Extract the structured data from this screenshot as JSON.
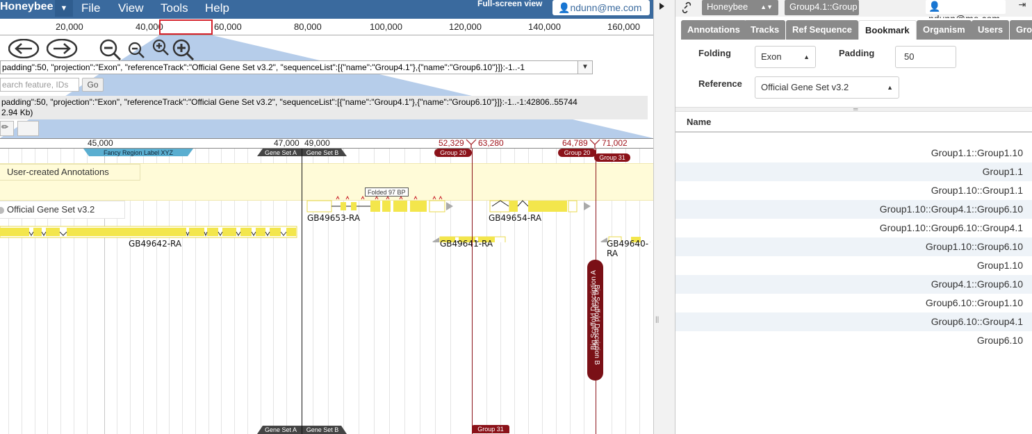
{
  "menubar": {
    "brand": "Honeybee",
    "menus": [
      "File",
      "View",
      "Tools",
      "Help"
    ],
    "fullscreen": "Full-screen view",
    "user": "ndunn@me.com"
  },
  "overview": {
    "ticks": [
      "20,000",
      "40,000",
      "60,000",
      "80,000",
      "100,000",
      "120,000",
      "140,000",
      "160,000"
    ]
  },
  "location": {
    "value": "padding\":50, \"projection\":\"Exon\", \"referenceTrack\":\"Official Gene Set v3.2\", \"sequenceList\":[{\"name\":\"Group4.1\"},{\"name\":\"Group6.10\"}]}:-1..-1",
    "search_placeholder": "earch feature, IDs",
    "go": "Go",
    "info_line1": "padding\":50, \"projection\":\"Exon\", \"referenceTrack\":\"Official Gene Set v3.2\", \"sequenceList\":[{\"name\":\"Group4.1\"},{\"name\":\"Group6.10\"}]}:-1..-1:42806..55744",
    "info_line2": "2.94 Kb)"
  },
  "ruler": {
    "labels": [
      "45,000",
      "47,000",
      "49,000"
    ],
    "red_labels": [
      "52,329",
      "63,280",
      "64,789",
      "71,002"
    ]
  },
  "regions": {
    "fancy": "Fancy Region Label XYZ",
    "gene_set_a": "Gene Set A",
    "gene_set_b": "Gene Set B",
    "group20": "Group 20",
    "group31": "Group 31",
    "scaffold_a": "Big Scaffold Description A",
    "scaffold_b": "Big Scaffold Description B"
  },
  "tracks": {
    "user_created": "User-created Annotations",
    "official": "Official Gene Set v3.2",
    "folded": "Folded 97 BP"
  },
  "genes": [
    "GB49653-RA",
    "GB49654-RA",
    "GB49642-RA",
    "GB49641-RA",
    "GB49640-RA"
  ],
  "right": {
    "organism_btn": "Honeybee",
    "sequence_btn": "Group4.1::Group",
    "user": "ndunn@me.com",
    "tabs": [
      "Annotations",
      "Tracks",
      "Ref Sequence",
      "Bookmark",
      "Organism",
      "Users",
      "Gro"
    ],
    "active_tab": "Bookmark",
    "folding_label": "Folding",
    "folding_value": "Exon",
    "padding_label": "Padding",
    "padding_value": "50",
    "reference_label": "Reference",
    "reference_value": "Official Gene Set v3.2",
    "table_header": "Name",
    "bookmarks": [
      "Group1.1::Group1.10",
      "Group1.1",
      "Group1.10::Group1.1",
      "Group1.10::Group4.1::Group6.10",
      "Group1.10::Group6.10::Group4.1",
      "Group1.10::Group6.10",
      "Group1.10",
      "Group4.1::Group6.10",
      "Group6.10::Group1.10",
      "Group6.10::Group4.1",
      "Group6.10"
    ]
  },
  "colors": {
    "menubar": "#3a6a9e",
    "exon": "#f3e64c",
    "group_red": "#8b1219",
    "tab_gray": "#8a8a8a"
  }
}
